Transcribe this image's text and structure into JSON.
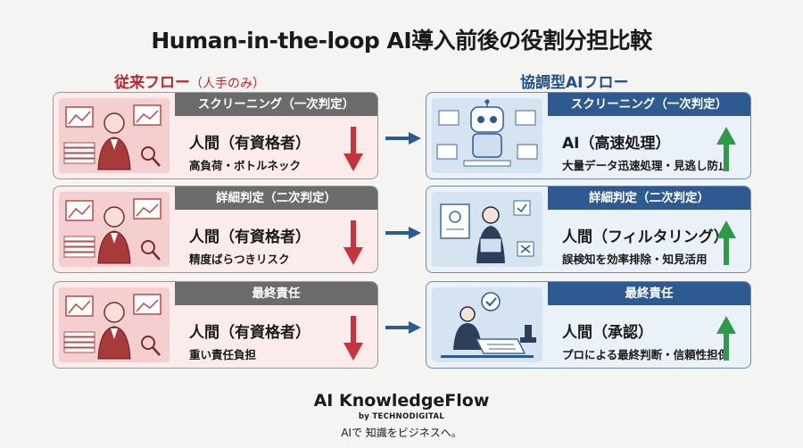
{
  "title": "Human-in-the-loop AI導入前後の役割分担比較",
  "left_column": {
    "heading": "従来フロー",
    "subheading": "（人手のみ）"
  },
  "right_column": {
    "heading": "協調型AIフロー"
  },
  "left_panels": [
    {
      "stage": "スクリーニング（一次判定）",
      "role": "人間（有資格者）",
      "note": "高負荷・ボトルネック",
      "trend": "down"
    },
    {
      "stage": "詳細判定（二次判定）",
      "role": "人間（有資格者）",
      "note": "精度ばらつきリスク",
      "trend": "down"
    },
    {
      "stage": "最終責任",
      "role": "人間（有資格者）",
      "note": "重い責任負担",
      "trend": "down"
    }
  ],
  "right_panels": [
    {
      "stage": "スクリーニング（一次判定）",
      "role": "AI（高速処理）",
      "note": "大量データ迅速処理・見逃し防止",
      "trend": "up"
    },
    {
      "stage": "詳細判定（二次判定）",
      "role": "人間（フィルタリング）",
      "note": "誤検知を効率排除・知見活用",
      "trend": "up"
    },
    {
      "stage": "最終責任",
      "role": "人間（承認）",
      "note": "プロによる最終判断・信頼性担保",
      "trend": "up"
    }
  ],
  "footer": {
    "brand": "AI KnowledgeFlow",
    "by": "by TECHNODIGITAL",
    "tagline": "AIで 知識をビジネスへ。"
  },
  "colors": {
    "down_arrow": "#c8323a",
    "up_arrow": "#2e9a4a",
    "link_arrow": "#2d5a91"
  },
  "icons": {
    "left_illustration": "overwhelmed-worker-with-documents-icon",
    "right_illustrations": [
      "ai-robot-icon",
      "worker-with-tablet-icon",
      "approval-stamp-icon"
    ]
  }
}
